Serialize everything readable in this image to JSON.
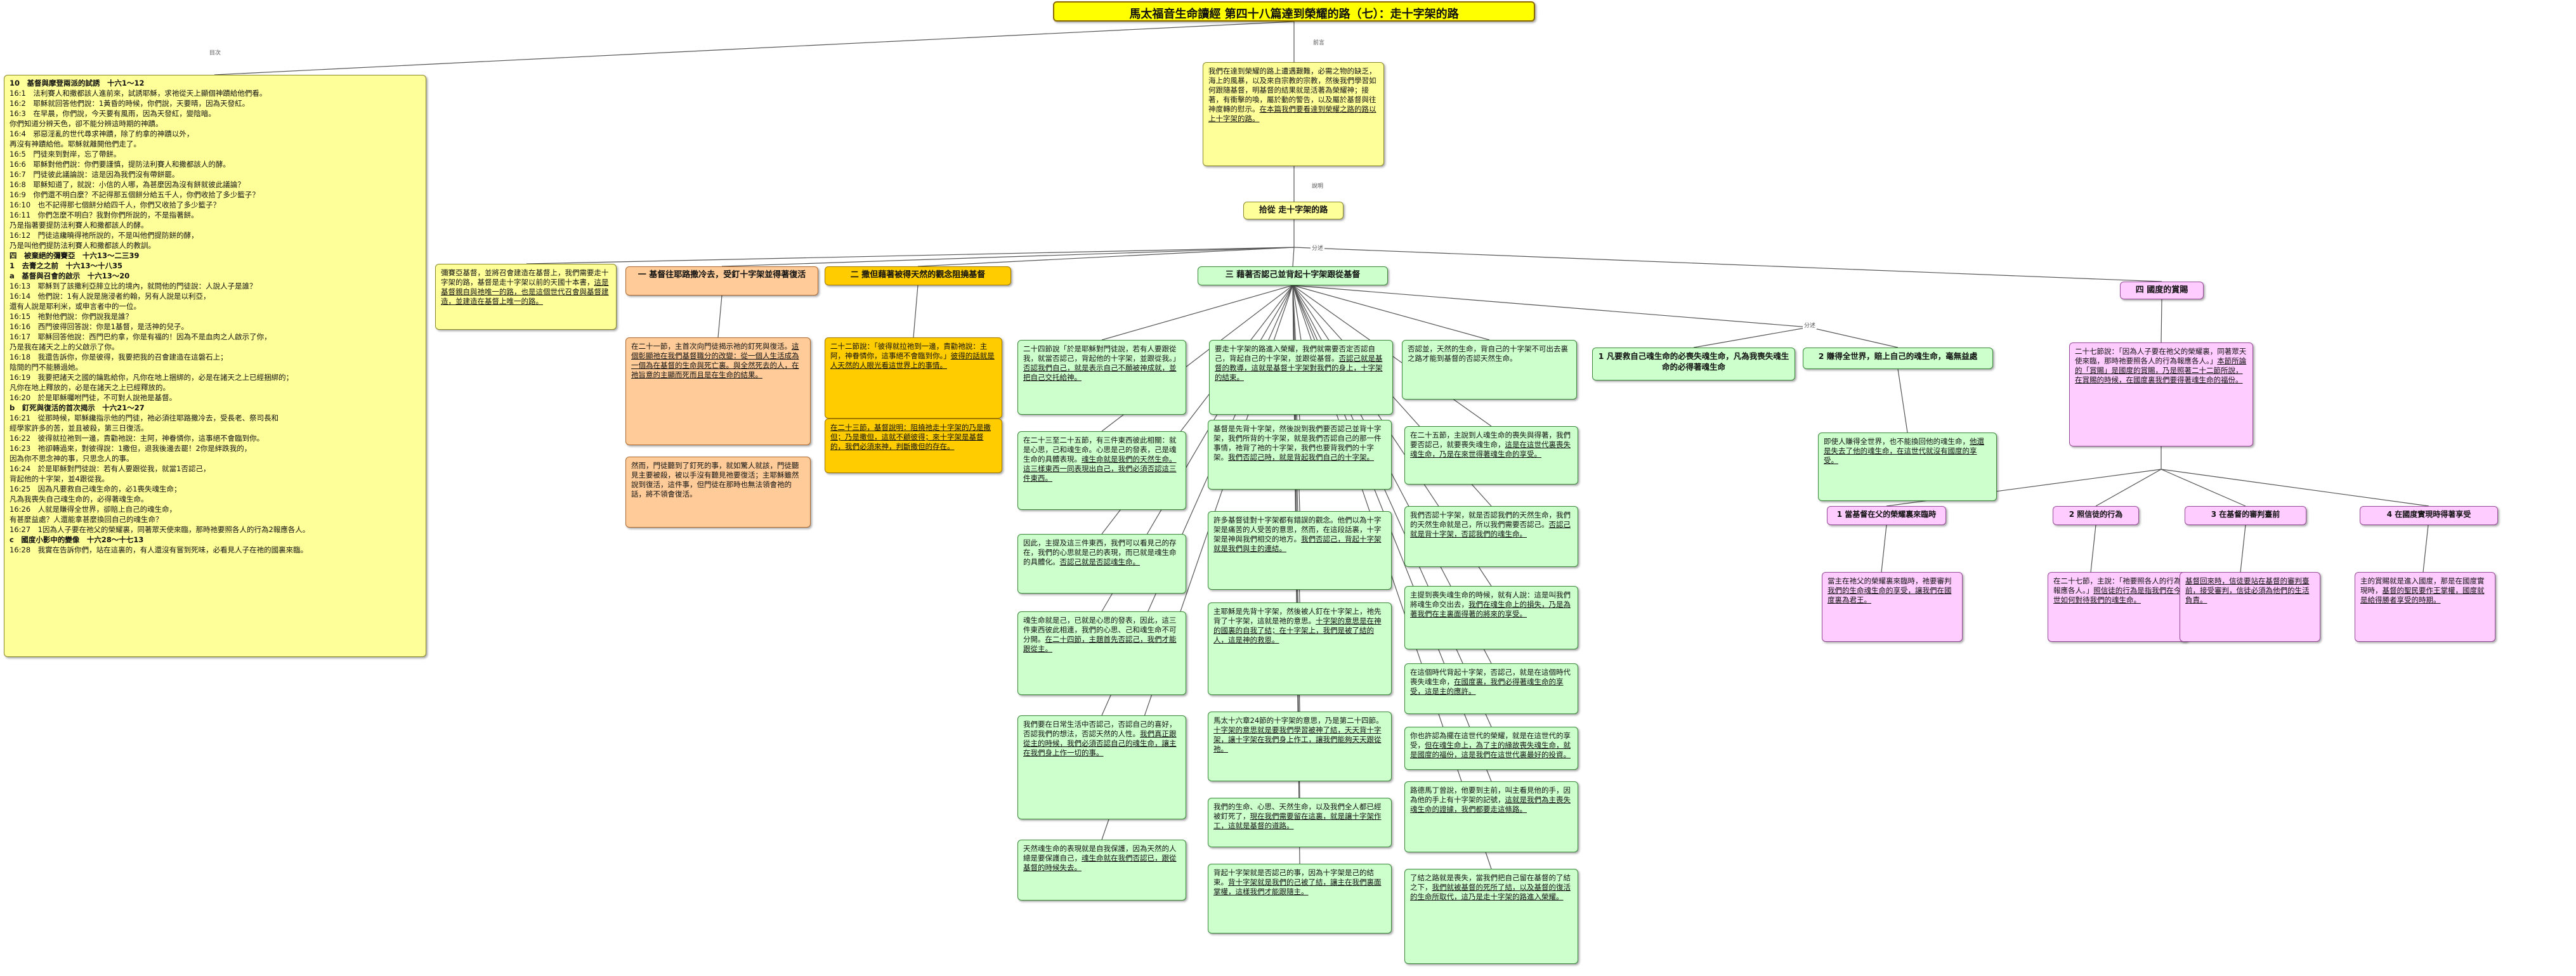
{
  "title": "馬太福音生命讀經 第四十八篇達到榮耀的路（七）：走十字架的路",
  "connector_labels": {
    "l1": "目次",
    "l2": "前言",
    "l3": "說明",
    "l4": "分述",
    "l5": "分述"
  },
  "intro": {
    "text": "我們在達到榮耀的路上遭遇艱難，必需之物的缺乏，海上的風暴，以及來自宗教的宗教，然後我們學習如何跟隨基督，明基督的結果就是活著為榮耀神；接著，有衝擊的喚，屬於動的警告，以及屬於基督與往神度轉的慰示。",
    "underline": "在本篇我們要看達到榮耀之路的路以上十字架的路。"
  },
  "central": "拾從 走十字架的路",
  "contents": [
    {
      "t": "10　基督與摩登兩派的試誘　十六1～12",
      "b": true
    },
    {
      "t": "16:1　法利賽人和撒都該人進前來，試誘耶穌，求祂從天上顯個神蹟給他們看。"
    },
    {
      "t": "16:2　耶穌就回答他們說：1黃昏的時候，你們說，天要晴，因為天發紅。"
    },
    {
      "t": "16:3　在早晨，你們說，今天要有風雨，因為天發紅，變陰暗。"
    },
    {
      "t": "你們知道分辨天色，卻不能分辨這時期的神蹟。"
    },
    {
      "t": "16:4　邪惡淫亂的世代尋求神蹟，除了約拿的神蹟以外，"
    },
    {
      "t": "再沒有神蹟給他。耶穌就離開他們走了。"
    },
    {
      "t": "16:5　門徒來到對岸，忘了帶餅。"
    },
    {
      "t": "16:6　耶穌對他們說：你們要謹慎，提防法利賽人和撒都該人的酵。"
    },
    {
      "t": "16:7　門徒彼此議論說：這是因為我們沒有帶餅罷。"
    },
    {
      "t": "16:8　耶穌知道了，就說：小信的人哪，為甚麼因為沒有餅就彼此議論？"
    },
    {
      "t": "16:9　你們還不明白麼？不記得那五個餅分給五千人，你們收拾了多少籃子？"
    },
    {
      "t": "16:10　也不記得那七個餅分給四千人，你們又收拾了多少籃子？"
    },
    {
      "t": "16:11　你們怎麼不明白？我對你們所說的，不是指著餅。"
    },
    {
      "t": "乃是指著要提防法利賽人和撒都該人的酵。"
    },
    {
      "t": "16:12　門徒這纔曉得祂所說的，不是叫他們提防餅的酵，"
    },
    {
      "t": "乃是叫他們提防法利賽人和撒都該人的教訓。"
    },
    {
      "t": "四　被棄絕的彌賽亞　十六13～二三39",
      "b": true
    },
    {
      "t": "1　去膏之之前　十六13～十八35",
      "b": true
    },
    {
      "t": "a　基督與召會的啟示　十六13～20",
      "b": true
    },
    {
      "t": "16:13　耶穌到了該撒利亞腓立比的境內，就問他的門徒說：人說人子是誰？"
    },
    {
      "t": "16:14　他們說：1有人說是施浸者約翰，另有人說是以利亞，"
    },
    {
      "t": "還有人說是耶利米，或申言者中的一位。"
    },
    {
      "t": "16:15　祂對他們說：你們說我是誰？"
    },
    {
      "t": "16:16　西門彼得回答說：你是1基督，是活神的兒子。"
    },
    {
      "t": "16:17　耶穌回答他說：西門巴約拿，你是有福的！因為不是血肉之人啟示了你，"
    },
    {
      "t": "乃是我在諸天之上的父啟示了你。"
    },
    {
      "t": "16:18　我還告訴你，你是彼得，我要把我的召會建造在這磐石上；"
    },
    {
      "t": "陰間的門不能勝過她。"
    },
    {
      "t": "16:19　我要把諸天之國的鑰匙給你，凡你在地上捆綁的，必是在諸天之上已經捆綁的；"
    },
    {
      "t": "凡你在地上釋放的，必是在諸天之上已經釋放的。"
    },
    {
      "t": "16:20　於是耶穌囑咐門徒，不可對人說祂是基督。"
    },
    {
      "t": "b　釘死與復活的首次揭示　十六21～27",
      "b": true
    },
    {
      "t": "16:21　從那時候，耶穌纔指示他的門徒，祂必須往耶路撒冷去，受長老、祭司長和"
    },
    {
      "t": "經學家許多的苦，並且被殺，第三日復活。"
    },
    {
      "t": "16:22　彼得就拉祂到一邊，責勸祂說：主阿，神眷憐你，這事絕不會臨到你。"
    },
    {
      "t": "16:23　祂卻轉過來，對彼得說：1撒但，退我後邊去罷！2你是絆跌我的，"
    },
    {
      "t": "因為你不思念神的事，只思念人的事。"
    },
    {
      "t": "16:24　於是耶穌對門徒說：若有人要跟從我，就當1否認己，"
    },
    {
      "t": "背起他的十字架，並4跟從我。"
    },
    {
      "t": "16:25　因為凡要救自己魂生命的，必1喪失魂生命；"
    },
    {
      "t": "凡為我喪失自己魂生命的，必得著魂生命。"
    },
    {
      "t": "16:26　人就是賺得全世界，卻賠上自己的魂生命，"
    },
    {
      "t": "有甚麼益處？人還能拿甚麼換回自己的魂生命？"
    },
    {
      "t": "16:27　1因為人子要在祂父的榮耀裏，同著眾天使來臨，那時祂要照各人的行為2報應各人。"
    },
    {
      "t": "c　國度小影中的變像　十六28～十七13",
      "b": true
    },
    {
      "t": "16:28　我實在告訴你們，站在這裏的，有人還沒有嘗到死味，必看見人子在祂的國裏來臨。"
    }
  ],
  "branches": [
    {
      "head": "",
      "color": "yellow",
      "text": "彌賽亞基督，並將召會建造在基督上，我們需要走十字架的路，基督是走十字架以前的天國十本書，",
      "underline": "這是基督親自與祂唯一的路，也是這個世代召會與基督建造，並建造在基督上唯一的路。"
    },
    {
      "head": "一 基督往耶路撒冷去，受釘十字架並得著復活",
      "color": "orange",
      "items": [
        {
          "text": "在二十一節，主首次向門徒揭示祂的釘死與復活。",
          "u": "這個彰顯祂在我們基督職分的改變：從一個人生活成為一個為在基督的生命與死亡裏。與全然死去的人，在祂旨意的主顯而死而且是在生命的結果。"
        },
        {
          "text": "然而，門徒聽到了釘死的事，就如驚人就該，門徒聽見主要被殺，被以手沒有聽見祂要復活；主耶穌雖然說到復活，這件事，但門徒在那時也無法領會祂的話，將不領會復活。",
          "u": ""
        }
      ]
    },
    {
      "head": "二 撒但藉著被得天然的觀念阻撓基督",
      "color": "gold",
      "items": [
        {
          "text": "二十二節說：「彼得就拉祂到一邊，責勸祂說：主阿，神眷憐你，這事絕不會臨到你。」",
          "u": "彼得的話就是人天然的人眼光看這世界上的事情。"
        },
        {
          "text": "",
          "u": "在二十三節，基督說明：阻撓祂走十字架的乃是撒但；乃是撒但，這就不顧彼得；來十字架是基督的，我們必須來神，判斷撒但的存在。"
        }
      ]
    },
    {
      "head": "三 藉著否認己並背起十字架跟從基督",
      "color": "green",
      "subtop": [
        {
          "text": "要走十字架的路進入榮耀，我們就需要否定否認自己，背起自己的十字架，並跟從基督。",
          "u": "否認己就是基督的教導，這就是基督十字架對我們的身上，十字架的結束。"
        },
        {
          "text": "否認並，天然的生命，背自己的十字架不可出去裏之路才能到基督的否認天然生命。",
          "u": ""
        },
        {
          "text": "要走十字架的路進入榮耀，我們需要否定否認自己，背起自己的十字架，並跟從基督。",
          "u": "這就是在我們身上三件事要，就是背十字架，否定自己的魂生命與跟從基督，否認己就是基督的拒絕。"
        }
      ],
      "left_col": [
        {
          "text": "二十四節說「於是耶穌對門徒說，若有人要跟從我，就當否認己，背起他的十字架，並跟從我。」",
          "u": "否認我們自己，就是表示自己不願被神成就，並把自己交托給神。"
        },
        {
          "text": "在二十三至二十五節，有三件東西彼此相關：就是心思，己和魂生命。心思是己的發表，己是魂生命的具體表現。",
          "u": "魂生命就是我們的天然生命。這三樣東西一同表現出自己，我們必須否認這三件東西。"
        },
        {
          "text": "因此，主提及這三件東西，我們可以看見己的存在，我們的心思就是己的表現，而已就是魂生命的具體化。",
          "u": "否認己就是否認魂生命。"
        },
        {
          "text": "魂生命就是己，已就是心思的發表，因此，這三件東西彼此相連，我們的心思、己和魂生命不可分開。",
          "u": "在二十四節，主題首先否認己，我們才能跟從主。"
        },
        {
          "text": "我們要在日常生活中否認己，否認自己的喜好，否認我們的想法，否認天然的人性。",
          "u": "我們真正跟從主的時候，我們必須否認自己的魂生命，讓主在我們身上作一切的事。"
        },
        {
          "text": "天然魂生命的表現就是自我保護，因為天然的人總是要保護自己，",
          "u": "魂生命就在我們否認已，跟從基督的時候失去。"
        }
      ],
      "mid_col": [
        {
          "text": "基督是先背十字架，然後說到我們要否認己並背十字架，我們所背的十字架，就是我們否認自己的那一件事情，祂背了祂的十字架，我們也要背我們的十字架。",
          "u": "我們否認己時，就是背起我們自己的十字架。"
        },
        {
          "text": "許多基督徒對十字架都有錯誤的觀念。他們以為十字架是痛苦的人受苦的意思，然而，在這段話裏，十字架是神與我們相交的地方。",
          "u": "我們否認己，背起十字架就是我們與主的連結。"
        },
        {
          "text": "主耶穌是先背十字架，然後被人釘在十字架上，祂先背了十字架，這就是祂的意思。",
          "u": "十字架的意思是在神的國裏的自我了結；在十字架上，我們是被了結的人，這是神的救恩。"
        },
        {
          "text": "馬太十六章24節的十字架的意思，乃是第二十四節。",
          "u": "十字架的意思就是要我們學習被神了結，天天背十字架，讓十字架在我們身上作工，讓我們能夠天天跟從祂。"
        },
        {
          "text": "我們的生命、心思、天然生命，以及我們全人都已經被釘死了，",
          "u": "現在我們需要留在這裏，就是讓十字架作工，這就是基督的道路。"
        },
        {
          "text": "背起十字架就是否認己的事，因為十字架是己的結束。",
          "u": "背十字架就是我們的己被了結，讓主在我們裏面掌權，這樣我們才能跟隨主。"
        }
      ],
      "right_col": [
        {
          "text": "在二十五節，主說到人魂生命的喪失與得著，我們要否認己，就要喪失魂生命，",
          "u": "這是在這世代裏喪失魂生命，乃是在來世得著魂生命的享受。"
        },
        {
          "text": "我們否認十字架，就是否認我們的天然生命，我們的天然生命就是己，所以我們需要否認己。",
          "u": "否認己就是背十字架，否認我們的魂生命。"
        },
        {
          "text": "主提到喪失魂生命的時候，就有人說：這是叫我們將魂生命交出去，",
          "u": "我們在魂生命上的損失，乃是為著我們在主裏面得著的將來的享受。"
        },
        {
          "text": "在這個時代背起十字架，否認己，就是在這個時代喪失魂生命，",
          "u": "在國度裏，我們必得著魂生命的享受，這是主的應許。"
        },
        {
          "text": "你也許認為擺在這世代的榮耀，就是在這世代的享受，",
          "u": "但在魂生命上，為了主的緣故喪失魂生命，就是國度的福份，這是我們在這世代裏最好的投資。"
        },
        {
          "text": "路德馬丁曾說，他要到主前，叫主看見他的手，因為他的手上有十字架的記號，",
          "u": "這就是我們為主喪失魂生命的證據，我們都要走這條路。"
        },
        {
          "text": "了結之路就是喪失，當我們把自己留在基督的了結之下，",
          "u": "我們就被基督的死所了結，以及基督的復活的生命所取代，這乃是走十字架的路進入榮耀。"
        }
      ],
      "sub_heads": [
        "1 凡要救自己魂生命的必喪失魂生命，凡為我喪失魂生命的必得著魂生命",
        "2 賺得全世界，賠上自己的魂生命，毫無益處"
      ],
      "sub_texts": [
        {
          "text": "",
          "u": ""
        },
        {
          "text": "即使人賺得全世界，也不能換回他的魂生命，",
          "u": "他還是失去了他的魂生命，在這世代就沒有國度的享受。"
        }
      ]
    },
    {
      "head": "四 國度的賞賜",
      "color": "pink",
      "text": "二十七節說：「因為人子要在祂父的榮耀裏，同著眾天使來臨，那時祂要照各人的行為報應各人。」",
      "underline": "本節所論的「賞賜」是國度的賞賜，乃是照著二十二節所說，在賞賜的時候，在國度裏我們要得著魂生命的福份。",
      "subs": [
        {
          "head": "1 當基督在父的榮耀裏來臨時",
          "text": "當主在祂父的榮耀裏來臨時，祂要審判",
          "u": "我們的生命魂生命的享受，讓我們在國度裏為君王。"
        },
        {
          "head": "2 照信徒的行為",
          "text": "在二十七節，主說：「祂要照各人的行為報應各人。」",
          "u": "照信徒的行為是指我們在今世如何對待我們的魂生命。"
        },
        {
          "head": "3 在基督的審判臺前",
          "text": "",
          "u": "基督回來時，信徒要站在基督的審判臺前，接受審判，信徒必須為他們的生活負責。"
        },
        {
          "head": "4 在國度實現時得著享受",
          "text": "主的賞賜就是進入國度，那是在國度實現時，",
          "u": "基督的聖民要作王掌權，國度就是給得勝者享受的時期。"
        }
      ]
    }
  ]
}
